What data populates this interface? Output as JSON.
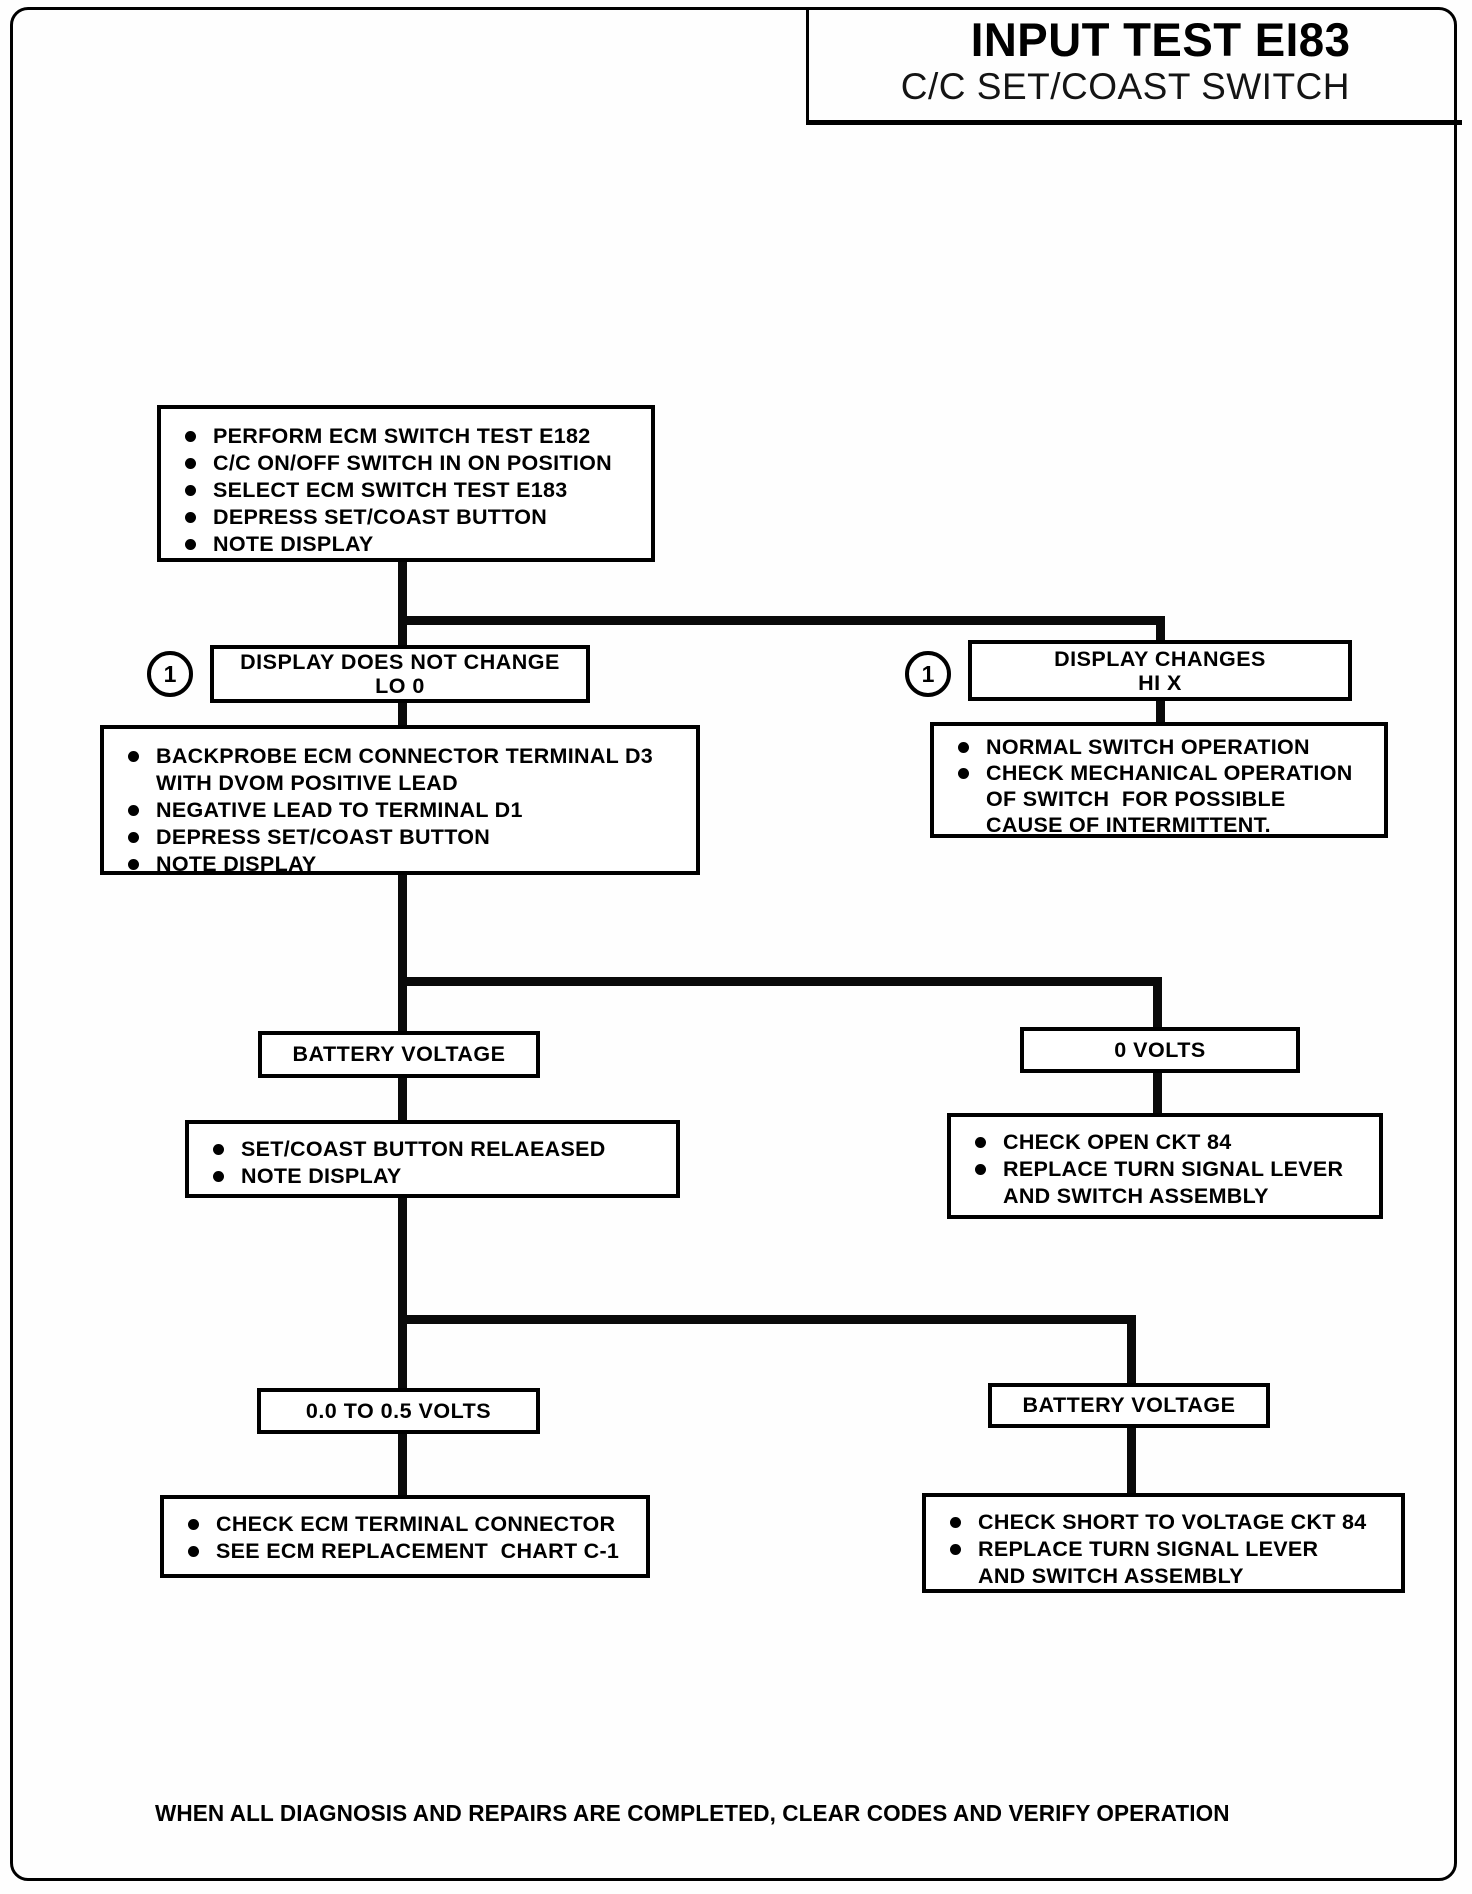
{
  "title": {
    "main": "INPUT TEST EI83",
    "sub": "C/C SET/COAST SWITCH"
  },
  "flowchart": {
    "step1": {
      "items": [
        "PERFORM ECM SWITCH TEST E182",
        "C/C ON/OFF SWITCH IN ON POSITION",
        "SELECT ECM SWITCH TEST E183",
        "DEPRESS SET/COAST BUTTON",
        "NOTE DISPLAY"
      ]
    },
    "branch_left": {
      "marker": "1",
      "label": "DISPLAY DOES NOT CHANGE",
      "value": "LO 0"
    },
    "branch_right": {
      "marker": "1",
      "label": "DISPLAY CHANGES",
      "value": "HI X"
    },
    "step2_left": {
      "items": [
        "BACKPROBE ECM CONNECTOR TERMINAL D3\nWITH DVOM POSITIVE LEAD",
        "NEGATIVE LEAD TO TERMINAL D1",
        "DEPRESS SET/COAST BUTTON",
        "NOTE DISPLAY"
      ]
    },
    "step2_right": {
      "items": [
        "NORMAL SWITCH OPERATION",
        "CHECK MECHANICAL OPERATION\nOF SWITCH  FOR POSSIBLE\nCAUSE OF INTERMITTENT."
      ]
    },
    "result_battery1": {
      "label": "BATTERY VOLTAGE"
    },
    "result_0volts": {
      "label": "0 VOLTS"
    },
    "step3_left": {
      "items": [
        "SET/COAST BUTTON RELAEASED",
        "NOTE DISPLAY"
      ]
    },
    "step3_right": {
      "items": [
        "CHECK OPEN CKT 84",
        "REPLACE TURN SIGNAL LEVER\nAND SWITCH ASSEMBLY"
      ]
    },
    "result_lowvolts": {
      "label": "0.0 TO 0.5 VOLTS"
    },
    "result_battery2": {
      "label": "BATTERY VOLTAGE"
    },
    "step4_left": {
      "items": [
        "CHECK ECM TERMINAL CONNECTOR",
        "SEE ECM REPLACEMENT  CHART C-1"
      ]
    },
    "step4_right": {
      "items": [
        "CHECK SHORT TO VOLTAGE CKT 84",
        "REPLACE TURN SIGNAL LEVER\nAND SWITCH ASSEMBLY"
      ]
    }
  },
  "footer": {
    "text": "WHEN ALL DIAGNOSIS AND REPAIRS ARE COMPLETED, CLEAR CODES AND VERIFY OPERATION"
  }
}
